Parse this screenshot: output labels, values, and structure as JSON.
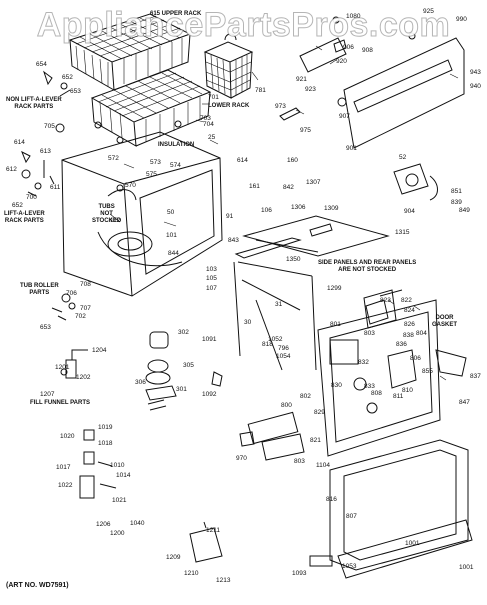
{
  "watermark": "AppliancePartsPros.com",
  "art_number": "(ART NO. WD7591)",
  "captions": {
    "upper_rack": "615 UPPER RACK",
    "lower_rack": "LOWER RACK",
    "non_lift": "NON LIFT-A-LEVER\nRACK PARTS",
    "insulation": "INSULATION",
    "tubs": "TUBS\nNOT\nSTOCKED",
    "lift": "LIFT-A-LEVER\nRACK PARTS",
    "side_panels": "SIDE PANELS AND REAR PANELS\nARE NOT STOCKED",
    "tub_roller": "TUB ROLLER\nPARTS",
    "door_gasket": "DOOR\nGASKET",
    "fill_funnel": "FILL FUNNEL PARTS"
  },
  "part_numbers": {
    "p781": "781",
    "p654": "654",
    "p652a": "652",
    "p653a": "653",
    "p701": "701",
    "p703": "703",
    "p704": "704",
    "p705": "705",
    "p25": "25",
    "p614a": "614",
    "p612": "612",
    "p613": "613",
    "p611": "611",
    "p700": "700",
    "p652b": "652",
    "p572": "572",
    "p573": "573",
    "p574": "574",
    "p575": "575",
    "p570": "570",
    "p50": "50",
    "p112": "112",
    "p101": "101",
    "p844": "844",
    "p614b": "614",
    "p160": "160",
    "p161": "161",
    "p842": "842",
    "p106": "106",
    "p1307": "1307",
    "p1309": "1309",
    "p1306": "1306",
    "p1315": "1315",
    "p91": "91",
    "p843": "843",
    "p1350": "1350",
    "p1299": "1299",
    "p31": "31",
    "p30": "30",
    "p103": "103",
    "p105": "105",
    "p107": "107",
    "p708": "708",
    "p706": "706",
    "p707": "707",
    "p702": "702",
    "p653b": "653",
    "p302": "302",
    "p305": "305",
    "p306": "306",
    "p301": "301",
    "p1091": "1091",
    "p1092": "1092",
    "p1052": "1052",
    "p818": "818",
    "p796": "796",
    "p1054": "1054",
    "p1204": "1204",
    "p1202": "1202",
    "p1201": "1201",
    "p1207": "1207",
    "p1080": "1080",
    "p925": "925",
    "p990": "990",
    "p906": "906",
    "p908": "908",
    "p920": "920",
    "p921": "921",
    "p923": "923",
    "p973": "973",
    "p975": "975",
    "p907": "907",
    "p901": "901",
    "p943": "943",
    "p940": "940",
    "p52": "52",
    "p851": "851",
    "p904": "904",
    "p839": "839",
    "p849": "849",
    "p823": "823",
    "p822": "822",
    "p824": "824",
    "p826": "826",
    "p801": "801",
    "p803": "803",
    "p804": "804",
    "p838": "838",
    "p836": "836",
    "p806": "806",
    "p855": "855",
    "p837": "837",
    "p847": "847",
    "p832": "832",
    "p833": "833",
    "p808": "808",
    "p830": "830",
    "p811": "811",
    "p810": "810",
    "p802": "802",
    "p800": "800",
    "p829": "829",
    "p970": "970",
    "p803b": "803",
    "p821": "821",
    "p1104": "1104",
    "p816": "816",
    "p807": "807",
    "p1019": "1019",
    "p1020": "1020",
    "p1018": "1018",
    "p1017": "1017",
    "p1010": "1010",
    "p1014": "1014",
    "p1022": "1022",
    "p1021": "1021",
    "p1206": "1206",
    "p1040": "1040",
    "p1200": "1200",
    "p1211": "1211",
    "p1209": "1209",
    "p1210": "1210",
    "p1213": "1213",
    "p1001a": "1001",
    "p1001b": "1001",
    "p1093": "1093",
    "p1053": "1053"
  }
}
